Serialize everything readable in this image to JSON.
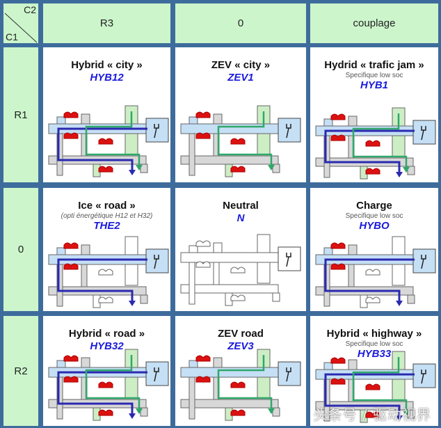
{
  "corner": {
    "top_right": "C2",
    "bottom_left": "C1"
  },
  "columns": [
    "R3",
    "0",
    "couplage"
  ],
  "rows": [
    "R1",
    "0",
    "R2"
  ],
  "colors": {
    "grid": "#3d6c9c",
    "header_bg": "#ccf5cc",
    "code": "#1a1adc",
    "ice_path": "#2a2ab0",
    "ev_path": "#2fa86a",
    "engaged_sync": "#dd1111"
  },
  "cells": [
    [
      {
        "title": "Hybrid « city »",
        "subtitle": "",
        "code": "HYB12",
        "paths": [
          "ice",
          "ev"
        ]
      },
      {
        "title": "ZEV « city »",
        "subtitle": "",
        "code": "ZEV1",
        "paths": [
          "ev"
        ]
      },
      {
        "title": "Hydrid « trafic jam »",
        "subtitle": "Specifique low soc",
        "code": "HYB1",
        "paths": [
          "ice",
          "ev"
        ]
      }
    ],
    [
      {
        "title": "Ice « road »",
        "subtitle": "(opti énergétique H12 et H32)",
        "code": "THE2",
        "paths": [
          "ice"
        ]
      },
      {
        "title": "Neutral",
        "subtitle": "",
        "code": "N",
        "paths": []
      },
      {
        "title": "Charge",
        "subtitle": "Specifique low soc",
        "code": "HYBO",
        "paths": [
          "ice"
        ]
      }
    ],
    [
      {
        "title": "Hybrid « road »",
        "subtitle": "",
        "code": "HYB32",
        "paths": [
          "ice",
          "ev"
        ]
      },
      {
        "title": "ZEV road",
        "subtitle": "",
        "code": "ZEV3",
        "paths": [
          "ev"
        ]
      },
      {
        "title": "Hybrid « highway »",
        "subtitle": "Specifique low soc",
        "code": "HYB33",
        "paths": [
          "ice",
          "ev"
        ]
      }
    ]
  ],
  "watermark": "头条号 / 驱动视界"
}
